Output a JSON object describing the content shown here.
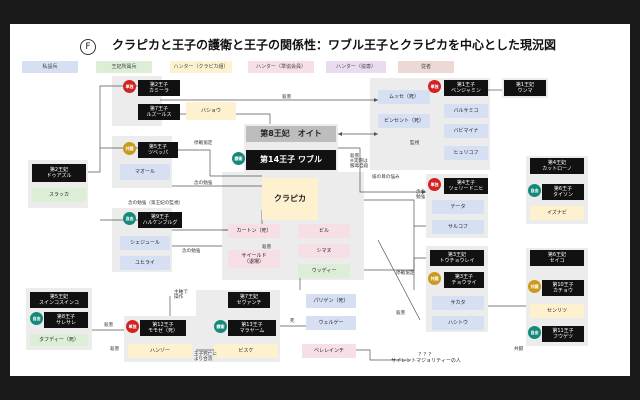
{
  "title": "クラピカと王子の護衛と王子の関係性：ワブル王子とクラピカを中心とした現況図",
  "section_letter": "F",
  "legend": [
    "私設兵",
    "王妃所属兵",
    "ハンター（クラピカ組）",
    "ハンター（準協会員）",
    "ハンター（協専）",
    "従者"
  ],
  "legend_colors": [
    "#d6e0f2",
    "#dcefd6",
    "#fdf1cf",
    "#f7dfe6",
    "#eadcf0",
    "#ecd9d5"
  ],
  "badges": {
    "single": "単独",
    "shared": "共闘",
    "free": "自由",
    "escort": "護衛"
  },
  "nodes": {
    "p2": "第2王子\nカミーラ",
    "p7": "第7王子\nルズールス",
    "bashow": "バショウ",
    "p5": "第5王子\nツベッパ",
    "mao": "マオール",
    "q2": "第2王妃\nドゥアズル",
    "suraka": "スラッカ",
    "p9": "第9王子\nハルケンブルグ",
    "sheju": "シェジュール",
    "yuribu": "ユヒライ",
    "q8": "第8王妃　オイト",
    "p14": "第14王子 ワブル",
    "kurapika": "クラピカ",
    "cartoon": "カートン（死）",
    "bill": "ビル",
    "saird": "サイールド\n（退場）",
    "shimano": "シマヌ",
    "woodie": "ウッディー",
    "p1": "第1王子\nベンジャミン",
    "q1": "第1王妃\nウンマ",
    "mussen": "ムッセ（死）",
    "vincent": "ビンセント（死）",
    "baru": "バルサミコ",
    "babi": "バビマイナ",
    "hyuri": "ヒュリコフ",
    "p4": "第4王子\nツェリードニヒ",
    "q4": "第4王妃\nカットローノ",
    "p6": "第6王子\nタイソン",
    "izunabi": "イズナビ",
    "teta": "テータ",
    "salko": "サルコフ",
    "q3": "第3王妃\nトウチョウレイ",
    "p3": "第3王子\nチョウライ",
    "sakata": "サカタ",
    "hashito": "ハシトウ",
    "q6": "第6王妃\nセイコ",
    "p10": "第10王子\nカチョウ",
    "senri": "センリツ",
    "p11": "第11王子\nフウゲツ",
    "q5": "第5王妃\nスインコスインコ",
    "p8": "第8王子\nサレサレ",
    "tafudi": "タフディー（死）",
    "p12": "第12王子\nモモゼ（死）",
    "hanzo": "ハンゾー",
    "q7": "第7王妃\nセヴァンチ",
    "p13": "第13王子\nマラヤーム",
    "bisuke": "ビスケ",
    "paryugin": "パリゲン（死）",
    "werge": "ウェルゲー",
    "beregintei": "ベレレインチ",
    "secret": "？？？\nサイレントマジョリティーの人"
  },
  "edges": {
    "kill1": "殺害",
    "pact": "停戦協定",
    "nen_study": "念の勉強",
    "nen_study_q": "念の勉強（第王妃の監視）",
    "kill_q8": "殺害\n※実際は\n服毒自殺",
    "surveil": "監視",
    "eye_worry": "緋の目の悩み",
    "nen_study2": "念の\n勉強",
    "kill_k": "殺害",
    "nen_study3": "念の勉強",
    "pact2": "停戦協定",
    "kill_k2": "殺害",
    "order": "主軸で\n操作",
    "kill_p8": "殺害",
    "kill_hz": "殺害",
    "ally": "共闘",
    "p12_death": "王子死亡に\nより合流",
    "dead": "死"
  }
}
